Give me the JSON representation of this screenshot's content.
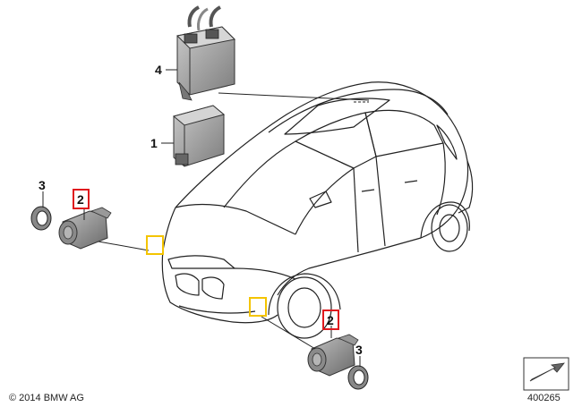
{
  "callouts": {
    "module_top": "4",
    "module_bottom": "1",
    "ring_left": "3",
    "sensor_left": "2",
    "sensor_right": "2",
    "ring_right": "3"
  },
  "copyright": "© 2014 BMW AG",
  "diagram_number": "400265",
  "colors": {
    "highlight_red": "#e0191e",
    "highlight_yellow": "#f4c400",
    "line": "#222222",
    "part_gray": "#9a9a9a"
  }
}
